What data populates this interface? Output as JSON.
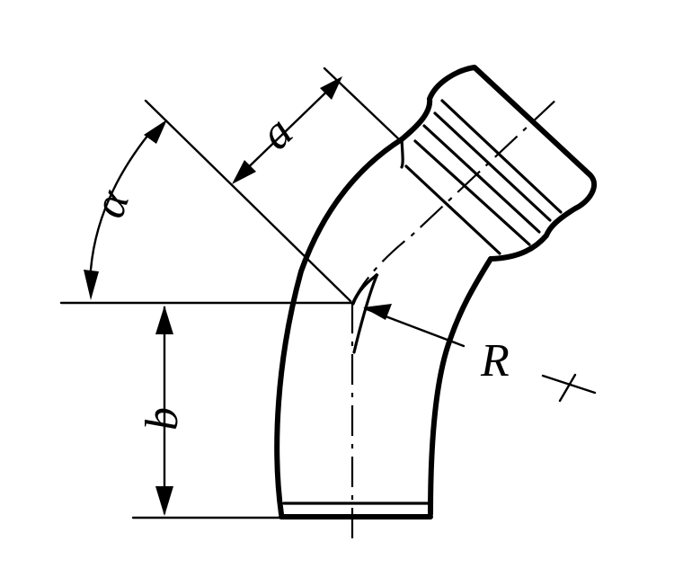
{
  "figure": {
    "labels": {
      "angle": "α",
      "length_a": "a",
      "length_b": "b",
      "radius": "R"
    }
  }
}
